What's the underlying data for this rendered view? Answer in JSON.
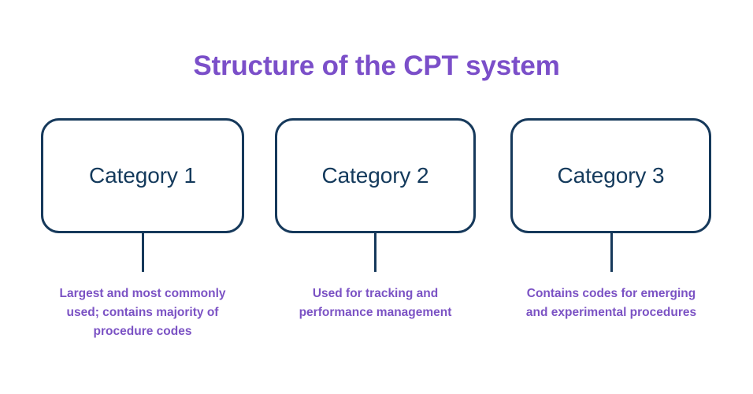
{
  "diagram": {
    "title": "Structure of the CPT system",
    "title_color": "#7B4FC9",
    "box_border_color": "#16395B",
    "box_label_color": "#143A5C",
    "caption_color": "#7B52C4",
    "background_color": "#FFFFFF",
    "columns": [
      {
        "box_label": "Category 1",
        "caption_lines": [
          "Largest and most commonly",
          "used; contains majority of",
          "procedure codes"
        ],
        "caption_text": "Largest and most commonly used; contains majority of procedure codes"
      },
      {
        "box_label": "Category 2",
        "caption_lines": [
          "Used for tracking and",
          "performance management"
        ],
        "caption_text": "Used for tracking and performance management"
      },
      {
        "box_label": "Category 3",
        "caption_lines": [
          "Contains codes for emerging",
          "and experimental procedures"
        ],
        "caption_text": "Contains codes for emerging and experimental procedures"
      }
    ]
  }
}
